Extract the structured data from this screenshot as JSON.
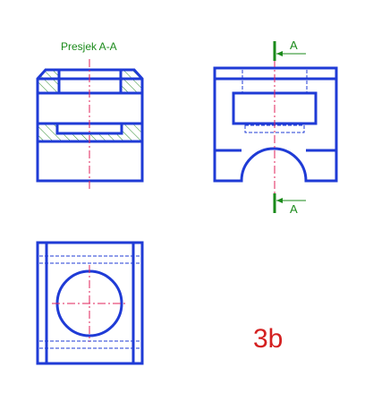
{
  "colors": {
    "outline": "#1f3bd6",
    "hatch": "#2a8a2a",
    "center_line": "#e0205a",
    "annotation": "#1a8a1a",
    "title_text": "#d42020"
  },
  "section_view": {
    "title": "Presjek A-A"
  },
  "front_view": {
    "cut_label_top": "A",
    "cut_label_bottom": "A"
  },
  "sheet": {
    "label": "3b"
  }
}
